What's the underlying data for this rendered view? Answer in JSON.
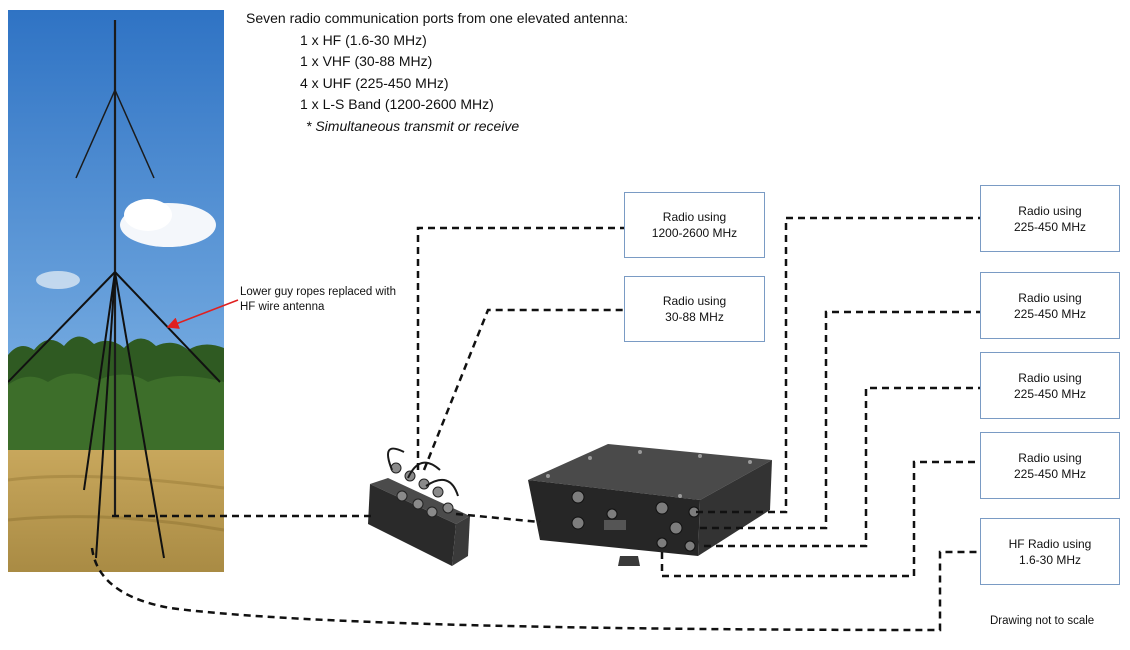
{
  "description_header": "Seven radio communication ports from one elevated antenna:",
  "port_specs": [
    "1 x HF (1.6-30 MHz)",
    "1 x VHF (30-88 MHz)",
    "4 x UHF (225-450 MHz)",
    "1 x L-S Band (1200-2600 MHz)"
  ],
  "footnote": "* Simultaneous transmit or receive",
  "callout": "Lower guy ropes replaced with HF wire antenna",
  "radios": {
    "ls_band": [
      "Radio using",
      "1200-2600 MHz"
    ],
    "vhf": [
      "Radio using",
      "30-88 MHz"
    ],
    "uhf_1": [
      "Radio using",
      "225-450 MHz"
    ],
    "uhf_2": [
      "Radio using",
      "225-450 MHz"
    ],
    "uhf_3": [
      "Radio using",
      "225-450 MHz"
    ],
    "uhf_4": [
      "Radio using",
      "225-450 MHz"
    ],
    "hf": [
      "HF Radio using",
      "1.6-30 MHz"
    ]
  },
  "scale_note": "Drawing not to scale"
}
